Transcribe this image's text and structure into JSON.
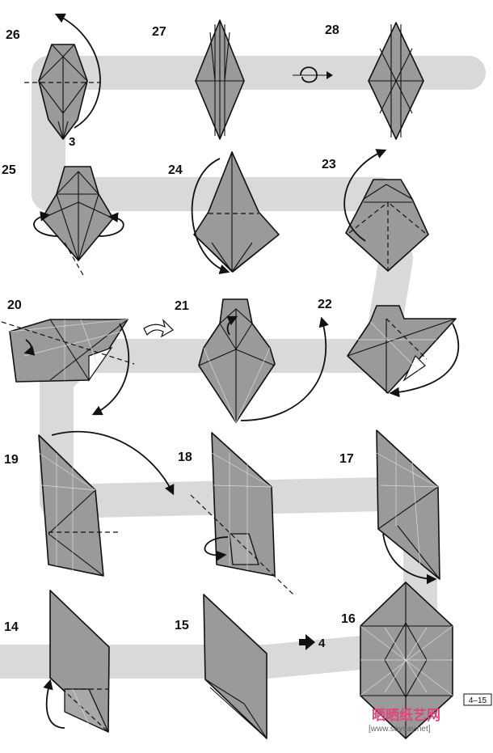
{
  "step_numbers": {
    "s26": "26",
    "s27": "27",
    "s28": "28",
    "s25": "25",
    "s24": "24",
    "s23": "23",
    "s20": "20",
    "s21": "21",
    "s22": "22",
    "s19": "19",
    "s18": "18",
    "s17": "17",
    "s14": "14",
    "s15": "15",
    "s16": "16"
  },
  "annotations": {
    "repeat_count": "3",
    "arrow_to_step": "4",
    "page_ref": "4–15"
  },
  "watermark": {
    "logo_text": "晒晒纸艺网",
    "url": "[www.saysay.net]"
  }
}
